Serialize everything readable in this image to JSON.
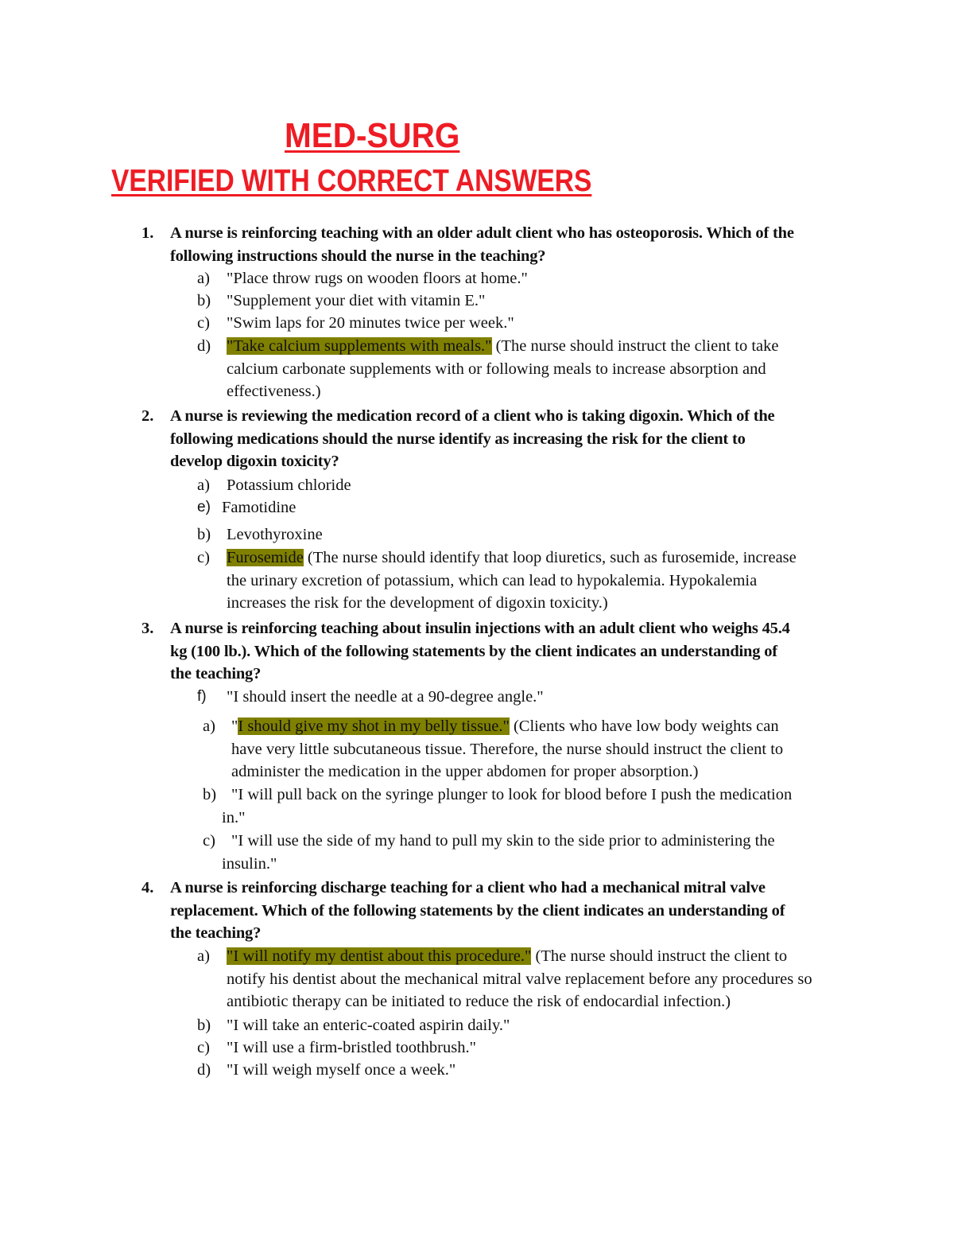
{
  "header": {
    "title": "MED-SURG",
    "subtitle": "VERIFIED WITH CORRECT ANSWERS"
  },
  "questions": [
    {
      "number": "1.",
      "stem_lines": [
        "A nurse is reinforcing teaching with an older adult client who has osteoporosis. Which of the",
        "following instructions should the nurse in the teaching?"
      ],
      "options": [
        {
          "letter": "a)",
          "highlight": "",
          "text_lines": [
            "\"Place throw rugs on wooden floors at home.\""
          ]
        },
        {
          "letter": "b)",
          "highlight": "",
          "text_lines": [
            "\"Supplement your diet with vitamin E.\""
          ]
        },
        {
          "letter": "c)",
          "highlight": "",
          "text_lines": [
            "\"Swim laps for 20 minutes twice per week.\""
          ]
        },
        {
          "letter": "d)",
          "highlight": "\"Take calcium supplements with meals.\"",
          "text_lines": [
            " (The nurse should instruct the client to take",
            "calcium carbonate supplements with or following meals to increase absorption and",
            "effectiveness.)"
          ]
        }
      ]
    },
    {
      "number": "2.",
      "stem_lines": [
        "A nurse is reviewing the medication record of a client who is taking digoxin. Which of the",
        "following medications should the nurse identify as increasing the risk for the client to",
        "develop digoxin toxicity?"
      ],
      "options": [
        {
          "letter": "a)",
          "highlight": "",
          "text_lines": [
            "Potassium chloride"
          ]
        },
        {
          "letter": "e)",
          "highlight": "",
          "text_lines": [
            "Famotidine"
          ]
        },
        {
          "letter": "b)",
          "highlight": "",
          "text_lines": [
            "Levothyroxine"
          ]
        },
        {
          "letter": "c)",
          "highlight": "Furosemide",
          "text_lines": [
            " (The nurse should identify that loop diuretics, such as furosemide, increase",
            "the urinary excretion of potassium, which can lead to hypokalemia. Hypokalemia",
            "increases the risk for the development of digoxin toxicity.)"
          ]
        }
      ]
    },
    {
      "number": "3.",
      "stem_lines": [
        "A nurse is reinforcing teaching about insulin injections with an adult client who weighs 45.4",
        "kg (100 lb.). Which of the following statements by the client indicates an understanding of",
        "the teaching?"
      ],
      "options": [
        {
          "letter": "f)",
          "highlight": "",
          "text_lines": [
            "\"I should insert the needle at a 90-degree angle.\""
          ]
        },
        {
          "letter": "a)",
          "lead": "\"",
          "highlight": "I should give my shot in my belly tissue.\"",
          "text_lines": [
            " (Clients who have low body weights can",
            "have very little subcutaneous tissue. Therefore, the nurse should instruct the client to",
            "administer the medication in the upper abdomen for proper absorption.)"
          ]
        },
        {
          "letter": "b)",
          "highlight": "",
          "text_lines": [
            "\"I will pull back on the syringe plunger to look for blood before I push the medication",
            "in.\""
          ]
        },
        {
          "letter": "c)",
          "highlight": "",
          "text_lines": [
            "\"I will use the side of my hand to pull my skin to the side prior to administering the",
            "insulin.\""
          ]
        }
      ]
    },
    {
      "number": "4.",
      "stem_lines": [
        "A nurse is reinforcing discharge teaching for a client who had a mechanical mitral valve",
        "replacement. Which of the following statements by the client indicates an understanding of",
        "the teaching?"
      ],
      "options": [
        {
          "letter": "a)",
          "highlight": "\"I will notify my dentist about this procedure.\"",
          "text_lines": [
            " (The nurse should instruct the client to",
            "notify his dentist about the mechanical mitral valve replacement before any procedures so",
            "antibiotic therapy can be initiated to reduce the risk of endocardial infection.)"
          ]
        },
        {
          "letter": "b)",
          "highlight": "",
          "text_lines": [
            "\"I will take an enteric-coated aspirin daily.\""
          ]
        },
        {
          "letter": "c)",
          "highlight": "",
          "text_lines": [
            "\"I will use a firm-bristled toothbrush.\""
          ]
        },
        {
          "letter": "d)",
          "highlight": "",
          "text_lines": [
            "\"I will weigh myself once a week.\""
          ]
        }
      ]
    }
  ]
}
